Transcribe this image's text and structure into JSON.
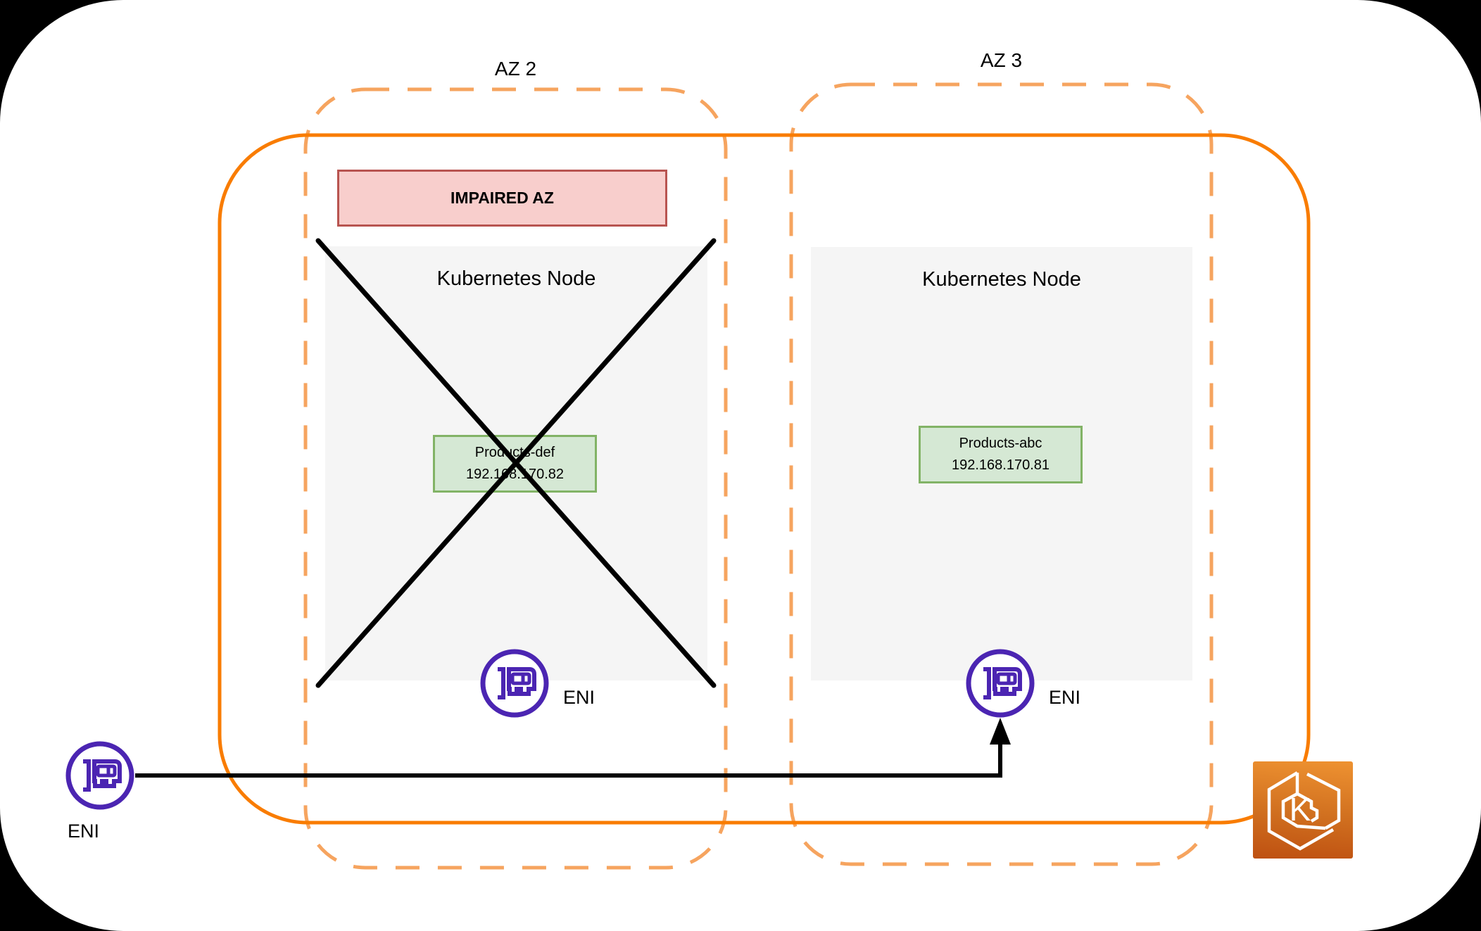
{
  "page": {
    "az2": {
      "label": "AZ 2",
      "banner": "IMPAIRED AZ",
      "node_title": "Kubernetes Node",
      "pod_name": "Products-def",
      "pod_ip": "192.168.170.82",
      "eni_label": "ENI"
    },
    "az3": {
      "label": "AZ 3",
      "node_title": "Kubernetes Node",
      "pod_name": "Products-abc",
      "pod_ip": "192.168.170.81",
      "eni_label": "ENI"
    },
    "external_eni": {
      "label": "ENI"
    },
    "eks": {
      "letter": "K"
    },
    "colors": {
      "az_dashed_border": "#F6A45F",
      "cluster_solid_border": "#F97C00",
      "banner_fill": "#F8CECC",
      "banner_border": "#B85450",
      "pod_fill": "#D5E8D4",
      "pod_border": "#82B366",
      "node_fill": "#F5F5F5",
      "eni_purple": "#4B25B2",
      "eks_gradient_top": "#EE9231",
      "eks_gradient_bottom": "#BE5011",
      "cross_and_arrow": "#000000"
    }
  }
}
